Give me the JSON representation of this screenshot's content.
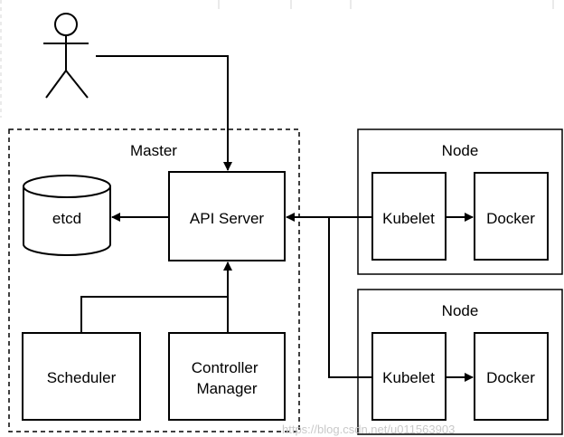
{
  "master": {
    "title": "Master"
  },
  "components": {
    "etcd": "etcd",
    "api_server": "API Server",
    "scheduler": "Scheduler",
    "controller_manager_line1": "Controller",
    "controller_manager_line2": "Manager"
  },
  "nodes": [
    {
      "title": "Node",
      "kubelet": "Kubelet",
      "docker": "Docker"
    },
    {
      "title": "Node",
      "kubelet": "Kubelet",
      "docker": "Docker"
    }
  ],
  "watermark": "https://blog.csdn.net/u011563903",
  "colors": {
    "stroke": "#000000",
    "background": "#ffffff",
    "watermark": "#c9c9c9",
    "frame_guides": "#d4d4d4"
  }
}
